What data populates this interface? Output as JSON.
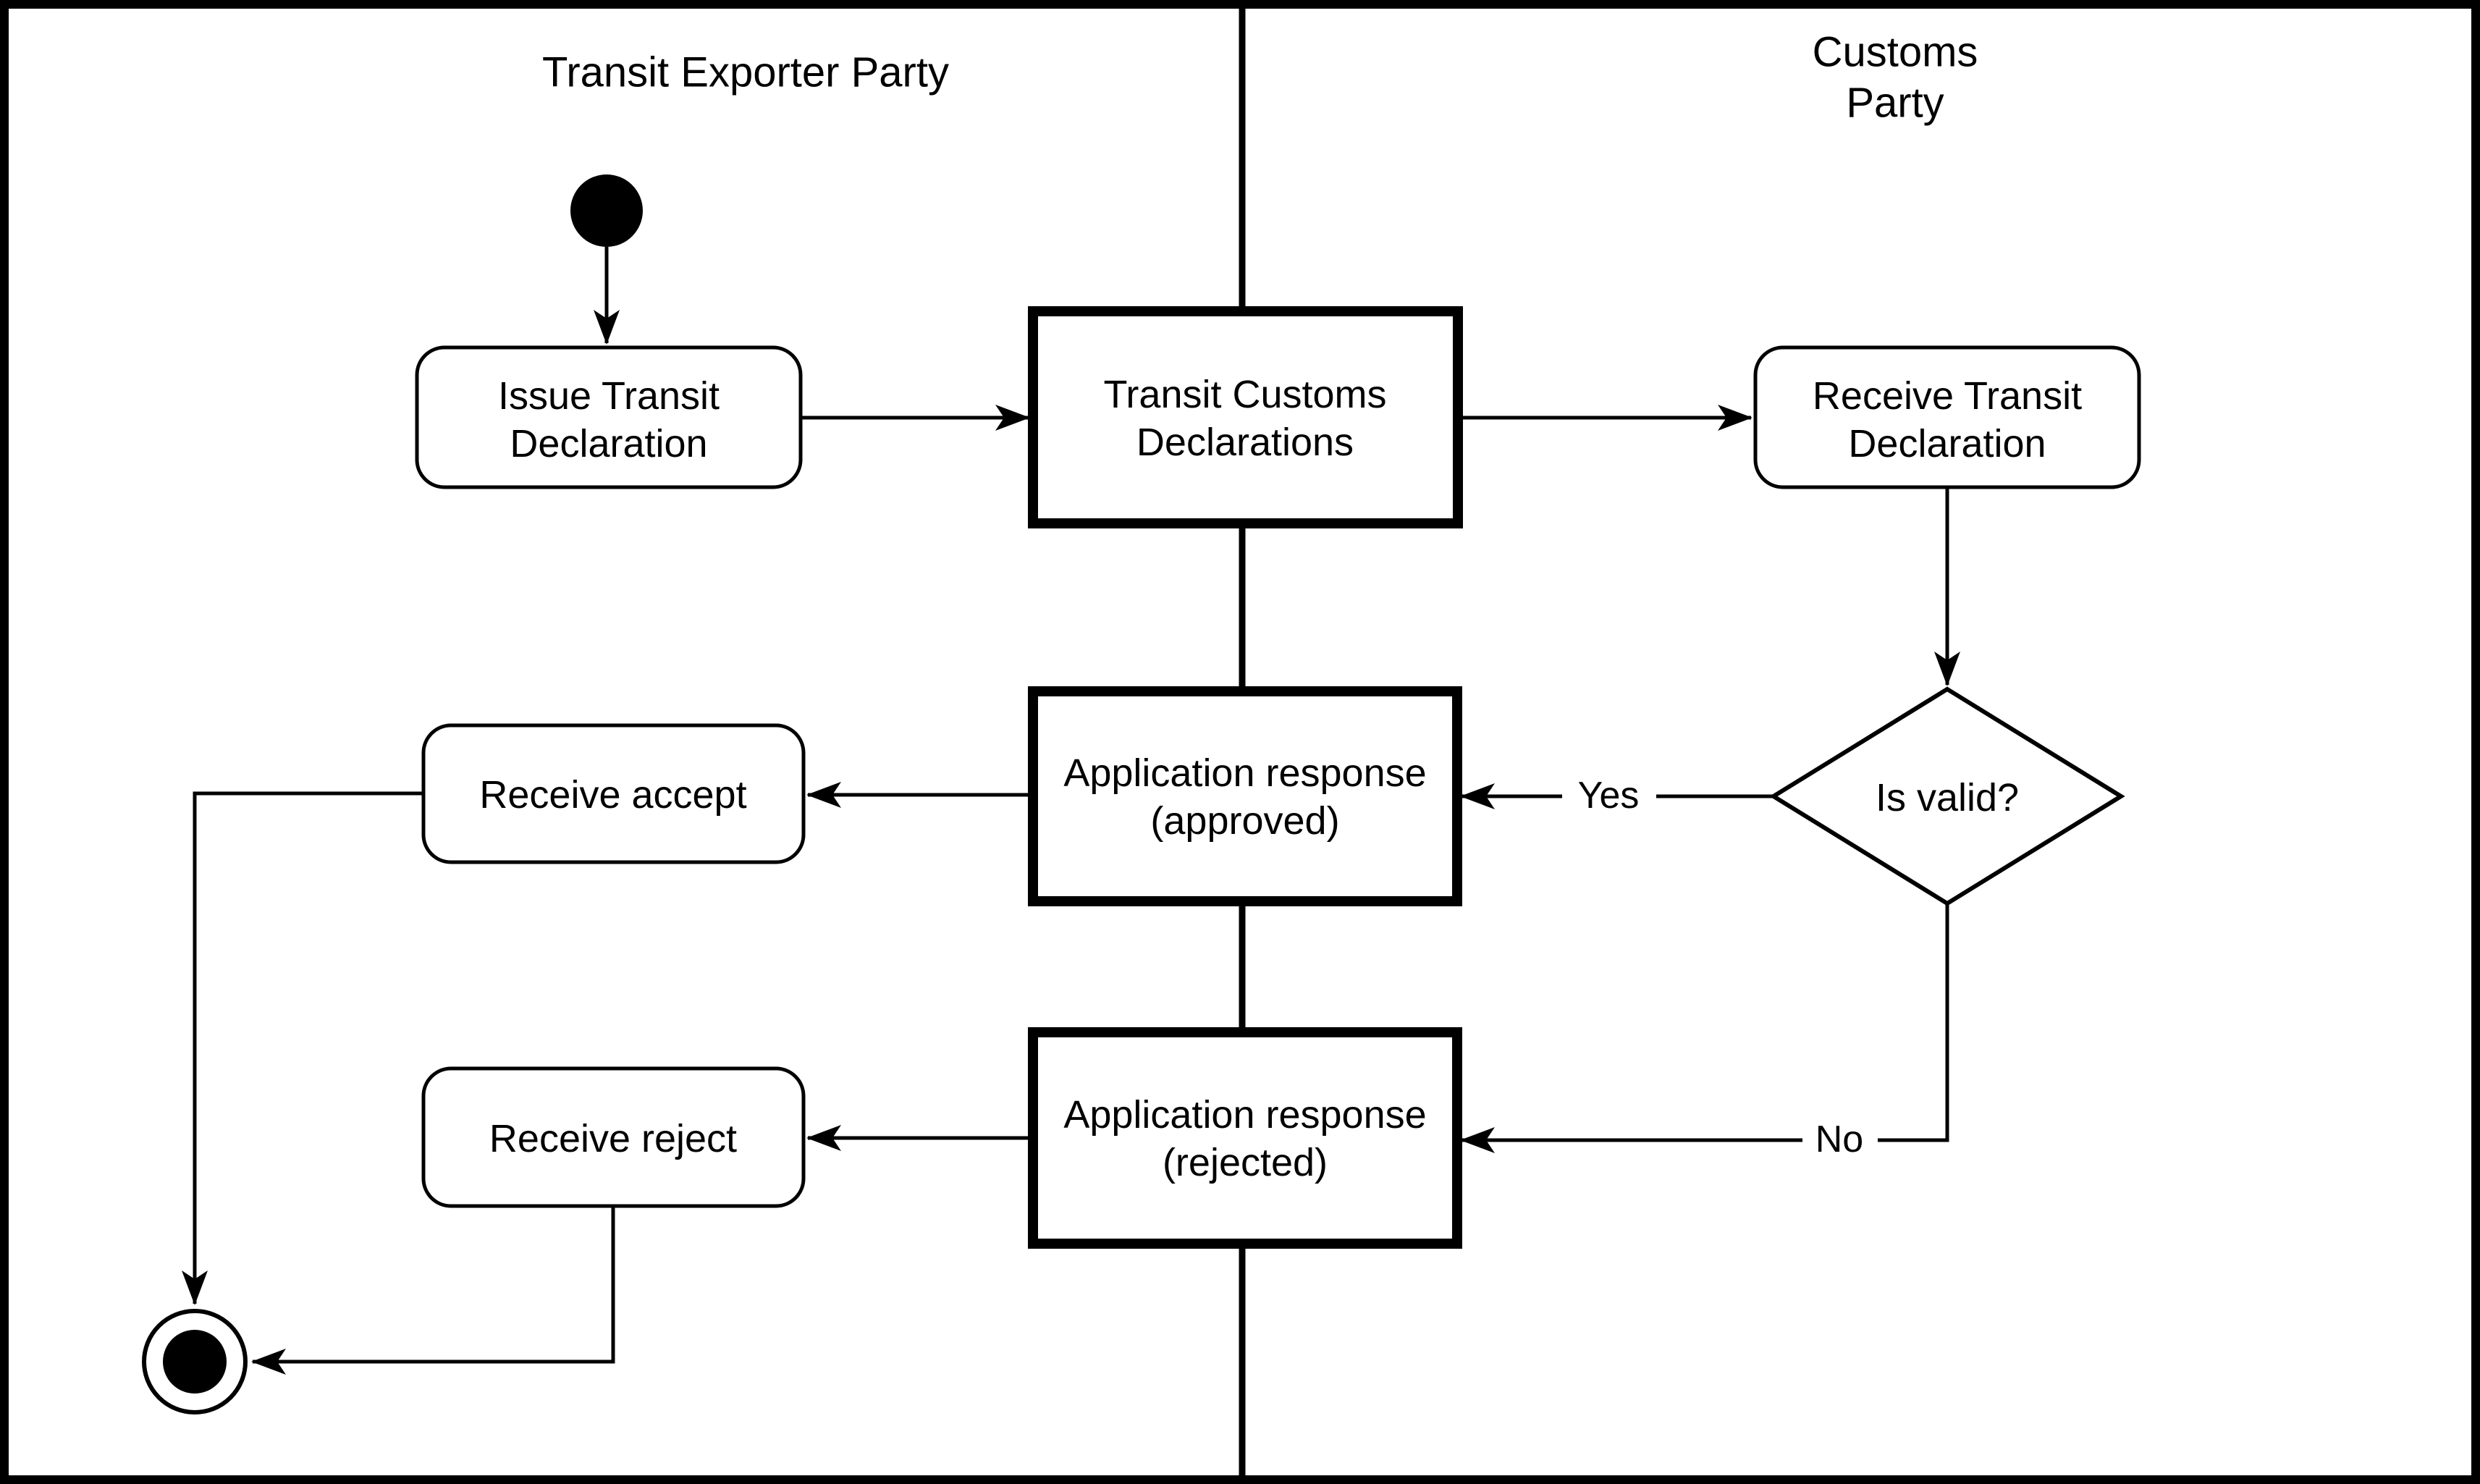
{
  "diagram_type": "uml-activity-swimlane-flowchart",
  "colors": {
    "background": "#ffffff",
    "stroke": "#000000",
    "text": "#000000"
  },
  "lanes": {
    "left": {
      "title": "Transit Exporter Party"
    },
    "right": {
      "title_line1": "Customs",
      "title_line2": "Party"
    }
  },
  "nodes": {
    "start": {
      "type": "initial-node"
    },
    "issue_transit": {
      "line1": "Issue Transit",
      "line2": "Declaration"
    },
    "transit_customs_declarations": {
      "line1": "Transit Customs",
      "line2": "Declarations"
    },
    "receive_transit": {
      "line1": "Receive Transit",
      "line2": "Declaration"
    },
    "is_valid": {
      "label": "Is valid?"
    },
    "application_response_approved": {
      "line1": "Application response",
      "line2": "(approved)"
    },
    "receive_accept": {
      "label": "Receive accept"
    },
    "application_response_rejected": {
      "line1": "Application response",
      "line2": "(rejected)"
    },
    "receive_reject": {
      "label": "Receive reject"
    },
    "end": {
      "type": "final-node"
    }
  },
  "edges": {
    "yes_label": "Yes",
    "no_label": "No"
  }
}
